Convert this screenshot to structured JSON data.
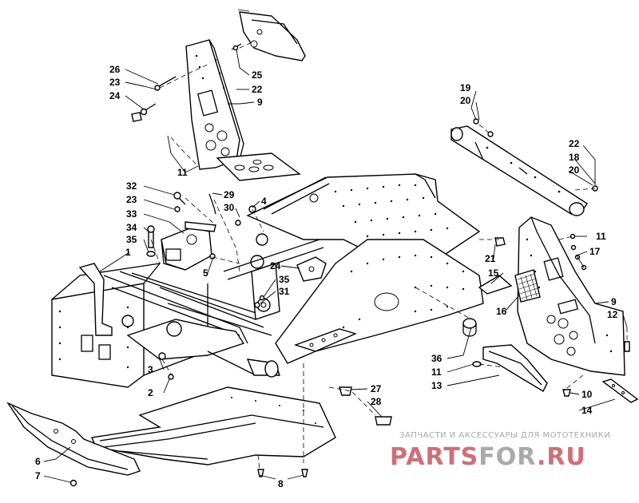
{
  "diagram": {
    "callouts": [
      "1",
      "2",
      "3",
      "4",
      "5",
      "6",
      "7",
      "8",
      "9",
      "10",
      "11",
      "12",
      "13",
      "14",
      "15",
      "16",
      "17",
      "18",
      "19",
      "20",
      "21",
      "22",
      "23",
      "24",
      "25",
      "26",
      "27",
      "28",
      "29",
      "30",
      "31",
      "32",
      "33",
      "34",
      "35",
      "36"
    ]
  },
  "watermark": {
    "tagline": "ЗАПЧАСТИ И АКСЕССУАРЫ ДЛЯ МОТОТЕХНИКИ",
    "brand_red": "PARTS",
    "brand_gray": "FOR",
    "brand_domain": ".RU"
  },
  "colors": {
    "line": "#000000",
    "background": "#ffffff",
    "watermark_red": "#cf6f78",
    "watermark_gray": "#a9a9a9"
  }
}
